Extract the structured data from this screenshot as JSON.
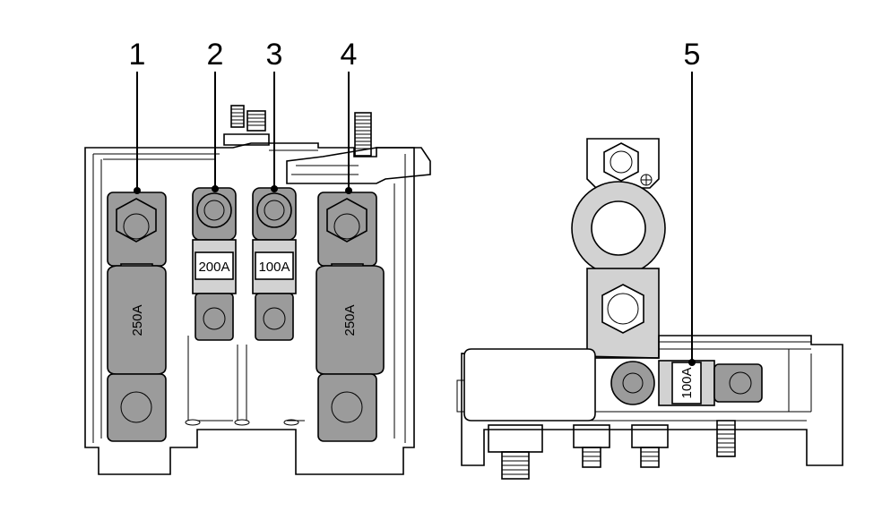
{
  "callouts": [
    "1",
    "2",
    "3",
    "4",
    "5"
  ],
  "fuses": {
    "fuse_1": "250A",
    "fuse_2": "200A",
    "fuse_3": "100A",
    "fuse_4": "250A",
    "fuse_5": "100A"
  },
  "colors": {
    "fuse_body": "#9b9b9b",
    "fuse_label_band": "#d2d2d2",
    "outline": "#000000",
    "background": "#ffffff"
  }
}
